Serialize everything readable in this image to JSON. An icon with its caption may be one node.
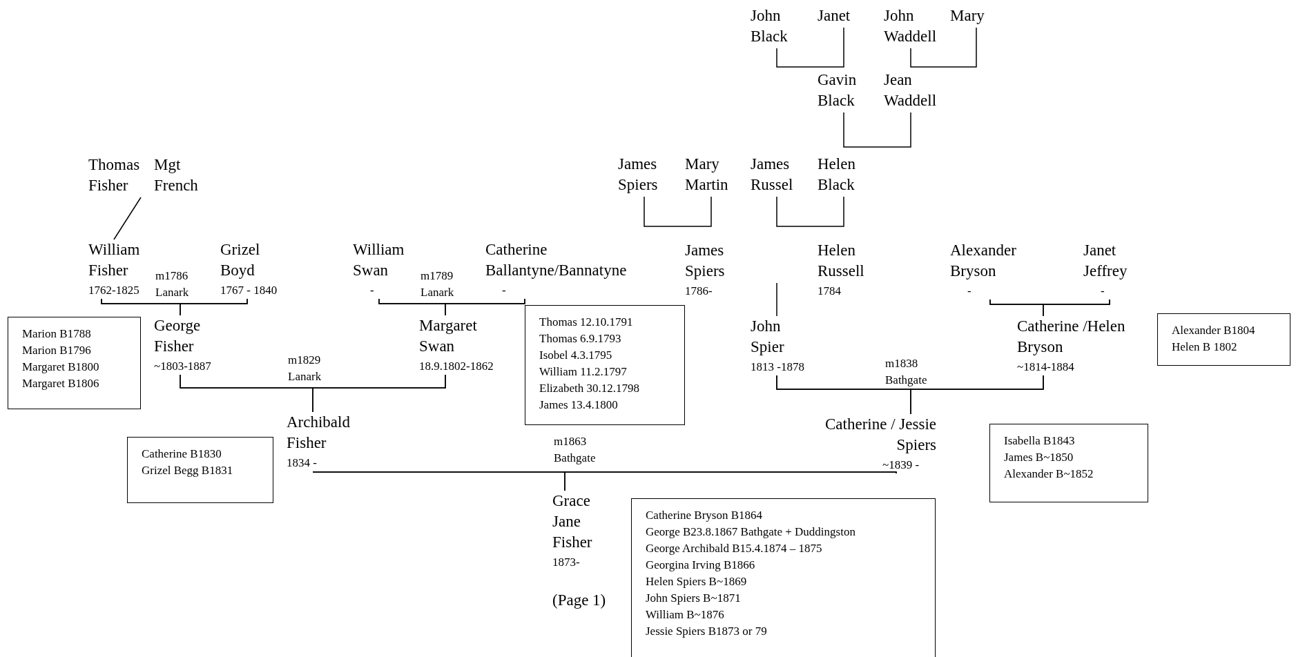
{
  "diagram": {
    "nodes": [
      {
        "text": [
          "John Black"
        ]
      },
      {
        "text": [
          "Janet"
        ]
      },
      {
        "text": [
          "John Waddell"
        ]
      },
      {
        "text": [
          "Mary"
        ]
      },
      {
        "text": [
          "Gavin Black"
        ]
      },
      {
        "text": [
          "Jean Waddell"
        ]
      },
      {
        "text": [
          "Thomas Fisher"
        ]
      },
      {
        "text": [
          "Mgt French"
        ]
      },
      {
        "text": [
          "James Spiers"
        ]
      },
      {
        "text": [
          "Mary Martin"
        ]
      },
      {
        "text": [
          "James Russel"
        ]
      },
      {
        "text": [
          "Helen Black"
        ]
      },
      {
        "text": [
          "William Fisher",
          "1762-1825"
        ]
      },
      {
        "text": [
          "Grizel Boyd",
          "1767 - 1840"
        ]
      },
      {
        "text": [
          "William Swan",
          "-"
        ]
      },
      {
        "text": [
          "Catherine Ballantyne/Bannatyne",
          "-"
        ]
      },
      {
        "text": [
          "James Spiers",
          "1786-"
        ]
      },
      {
        "text": [
          "Helen Russell",
          "1784"
        ]
      },
      {
        "text": [
          "Alexander Bryson",
          "-"
        ]
      },
      {
        "text": [
          "Janet Jeffrey",
          "-"
        ]
      },
      {
        "text": [
          "Marion B1788",
          "Marion B1796",
          "Margaret B1800",
          "Margaret B1806"
        ]
      },
      {
        "text": [
          "George Fisher",
          "~1803-1887"
        ]
      },
      {
        "text": [
          "Margaret Swan",
          "18.9.1802-1862"
        ]
      },
      {
        "text": [
          "Thomas 12.10.1791",
          "Thomas 6.9.1793",
          "Isobel 4.3.1795",
          "William 11.2.1797",
          "Elizabeth 30.12.1798",
          "James 13.4.1800"
        ]
      },
      {
        "text": [
          "John Spier",
          "1813 -1878"
        ]
      },
      {
        "text": [
          "Catherine /Helen Bryson",
          "~1814-1884"
        ]
      },
      {
        "text": [
          "Alexander B1804",
          "Helen B 1802"
        ]
      },
      {
        "text": [
          "Archibald Fisher",
          "1834 -"
        ]
      },
      {
        "text": [
          "Catherine / Jessie Spiers",
          "~1839 -"
        ]
      },
      {
        "text": [
          "Catherine B1830",
          "Grizel Begg B1831"
        ]
      },
      {
        "text": [
          "Isabella B1843",
          "James B~1850",
          "Alexander B~1852"
        ]
      },
      {
        "text": [
          "Grace Jane Fisher",
          "1873-"
        ]
      },
      {
        "text": [
          "Catherine Bryson B1864",
          "George B23.8.1867 Bathgate + Duddingston",
          "George Archibald B15.4.1874 – 1875",
          "Georgina Irving B1866",
          "Helen Spiers B~1869",
          "John Spiers B~1871",
          "William B~1876",
          "Jessie Spiers B1873 or 79"
        ]
      }
    ],
    "edges": [
      {
        "from": 0,
        "to": 1,
        "arrow": "none"
      },
      {
        "from": 2,
        "to": 3,
        "arrow": "none"
      },
      {
        "from": 4,
        "to": 5,
        "arrow": "none"
      },
      {
        "from": 6,
        "to": 12,
        "arrow": "none"
      },
      {
        "from": 7,
        "to": 12,
        "arrow": "none"
      },
      {
        "from": 8,
        "to": 9,
        "arrow": "none"
      },
      {
        "from": 10,
        "to": 11,
        "arrow": "none"
      },
      {
        "from": 12,
        "to": 13,
        "arrow": "none",
        "label": "m1786 Lanark"
      },
      {
        "from": 12,
        "to": 21,
        "arrow": "none"
      },
      {
        "from": 13,
        "to": 21,
        "arrow": "none"
      },
      {
        "from": 14,
        "to": 15,
        "arrow": "none",
        "label": "m1789 Lanark"
      },
      {
        "from": 14,
        "to": 22,
        "arrow": "none"
      },
      {
        "from": 15,
        "to": 22,
        "arrow": "none"
      },
      {
        "from": 18,
        "to": 19,
        "arrow": "none"
      },
      {
        "from": 18,
        "to": 25,
        "arrow": "none"
      },
      {
        "from": 19,
        "to": 25,
        "arrow": "none"
      },
      {
        "from": null,
        "to": 24,
        "arrow": "none"
      },
      {
        "from": 21,
        "to": 22,
        "arrow": "none",
        "label": "m1829 Lanark"
      },
      {
        "from": 21,
        "to": 27,
        "arrow": "none"
      },
      {
        "from": 22,
        "to": 27,
        "arrow": "none"
      },
      {
        "from": 24,
        "to": 25,
        "arrow": "none",
        "label": "m1838 Bathgate"
      },
      {
        "from": 24,
        "to": 28,
        "arrow": "none"
      },
      {
        "from": 25,
        "to": 28,
        "arrow": "none"
      },
      {
        "from": 27,
        "to": 28,
        "arrow": "none",
        "label": "m1863 Bathgate"
      },
      {
        "from": 27,
        "to": 31,
        "arrow": "none"
      },
      {
        "from": 28,
        "to": 31,
        "arrow": "none"
      }
    ],
    "labels": [
      "(Page 1)"
    ]
  }
}
